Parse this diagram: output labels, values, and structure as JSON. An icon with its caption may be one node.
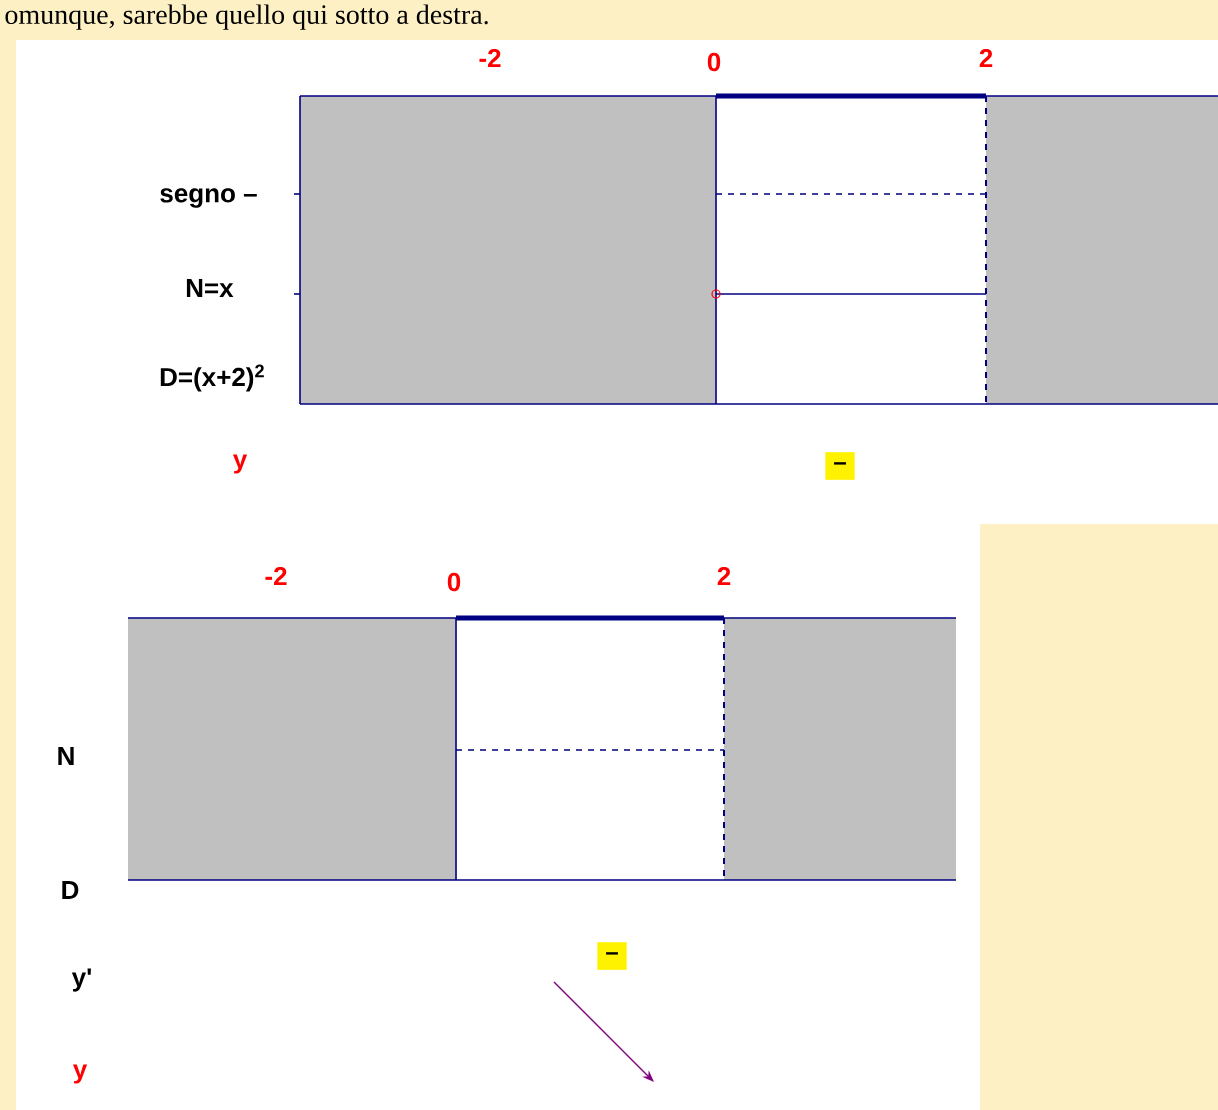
{
  "diagram": {
    "title": "omunque, sarebbe quello qui sotto a destra.",
    "nodes": [
      {
        "text": [
          "–"
        ]
      },
      {
        "text": [
          "–"
        ]
      }
    ],
    "labels": [
      "-2",
      "0",
      "2",
      "segno –",
      "N=x",
      "D=(x+2)$^{2}$",
      "y",
      "-2",
      "0",
      "2",
      "N",
      "D",
      "y'",
      "y"
    ]
  }
}
